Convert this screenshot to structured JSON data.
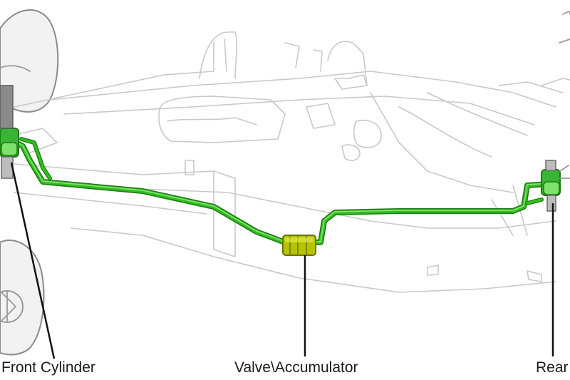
{
  "labels": {
    "front_cylinder": "Front Cylinder",
    "valve_accumulator": "Valve\\Accumulator",
    "rear": "Rear"
  },
  "colors": {
    "hydraulic_line": "#2fbf1f",
    "hydraulic_line_dark": "#1f7a12",
    "valve_body": "#b5c400",
    "cylinder_body": "#39b534",
    "car_outline": "#c8c8c8",
    "leader_line": "#111111"
  },
  "icons": {
    "front_cylinder": "hydraulic-cylinder-icon",
    "valve_accumulator": "valve-accumulator-icon",
    "rear_cylinder": "hydraulic-cylinder-icon"
  }
}
